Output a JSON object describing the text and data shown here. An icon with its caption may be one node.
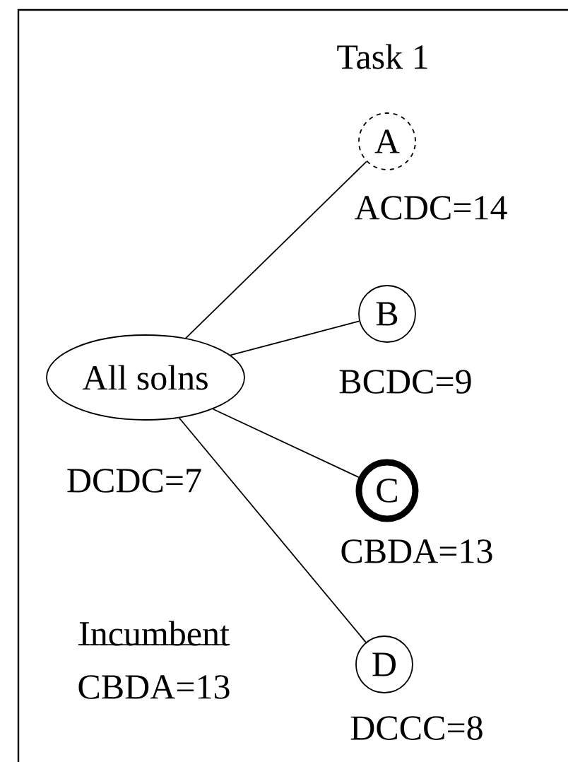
{
  "diagram": {
    "title": "Task 1",
    "nodes": [
      {
        "text": [
          "All solns"
        ],
        "beside": [
          "DCDC=7"
        ]
      },
      {
        "text": [
          "A"
        ],
        "beside": [
          "ACDC=14"
        ]
      },
      {
        "text": [
          "B"
        ],
        "beside": [
          "BCDC=9"
        ]
      },
      {
        "text": [
          "C"
        ],
        "beside": [
          "CBDA=13"
        ]
      },
      {
        "text": [
          "D"
        ],
        "beside": [
          "DCCC=8"
        ]
      }
    ],
    "edges": [
      {
        "from": 0,
        "to": 1,
        "arrow": "none"
      },
      {
        "from": 0,
        "to": 2,
        "arrow": "none"
      },
      {
        "from": 0,
        "to": 3,
        "arrow": "none"
      },
      {
        "from": 0,
        "to": 4,
        "arrow": "none"
      }
    ],
    "labels": [
      "Incumbent",
      "CBDA=13"
    ]
  }
}
